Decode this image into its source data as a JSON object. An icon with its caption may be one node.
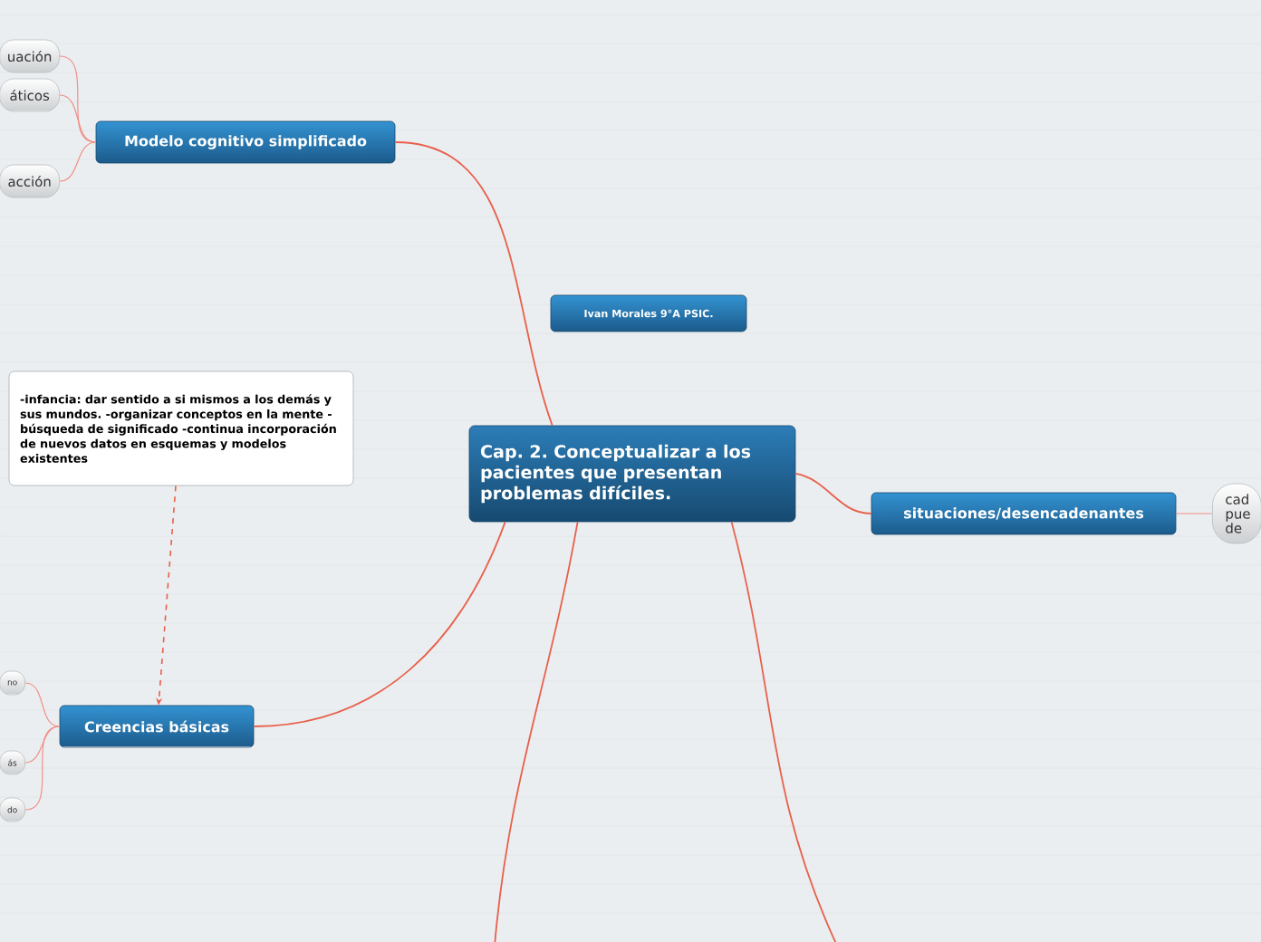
{
  "diagram": {
    "nodes": [
      {
        "text": [
          "Cap. 2. Conceptualizar a los pacientes que presentan problemas difíciles."
        ]
      },
      {
        "text": [
          "Modelo cognitivo simplificado"
        ]
      },
      {
        "text": [
          "uación"
        ]
      },
      {
        "text": [
          "áticos"
        ]
      },
      {
        "text": [
          "acción"
        ]
      },
      {
        "text": [
          "Ivan Morales 9°A PSIC."
        ]
      },
      {
        "text": [
          "-infancia: dar sentido a si mismos a los demás y sus mundos. -organizar conceptos en la mente -búsqueda de significado -continua incorporación de nuevos datos en esquemas y modelos existentes"
        ]
      },
      {
        "text": [
          "Creencias básicas"
        ]
      },
      {
        "text": [
          "no"
        ]
      },
      {
        "text": [
          "ás"
        ]
      },
      {
        "text": [
          "do"
        ]
      },
      {
        "text": [
          "situaciones/desencadenantes"
        ]
      },
      {
        "text": [
          "cad pue de"
        ]
      }
    ],
    "edges": [
      {
        "from": 0,
        "to": 1,
        "arrow": "none",
        "color": "#e8604c"
      },
      {
        "from": 1,
        "to": 2,
        "arrow": "none"
      },
      {
        "from": 1,
        "to": 3,
        "arrow": "none"
      },
      {
        "from": 1,
        "to": 4,
        "arrow": "none"
      },
      {
        "from": 6,
        "to": 7,
        "arrow": "to",
        "style": "dashed",
        "color": "#e8604c"
      },
      {
        "from": 0,
        "to": 7,
        "arrow": "none",
        "color": "#e8604c"
      },
      {
        "from": 7,
        "to": 8,
        "arrow": "none"
      },
      {
        "from": 7,
        "to": 9,
        "arrow": "none"
      },
      {
        "from": 7,
        "to": 10,
        "arrow": "none"
      },
      {
        "from": 0,
        "to": 11,
        "arrow": "none",
        "color": "#e8604c"
      },
      {
        "from": 11,
        "to": 12,
        "arrow": "none"
      },
      {
        "from": 0,
        "to": null,
        "arrow": "none",
        "color": "#e8604c"
      },
      {
        "from": 0,
        "to": null,
        "arrow": "none",
        "color": "#e8604c"
      }
    ]
  }
}
